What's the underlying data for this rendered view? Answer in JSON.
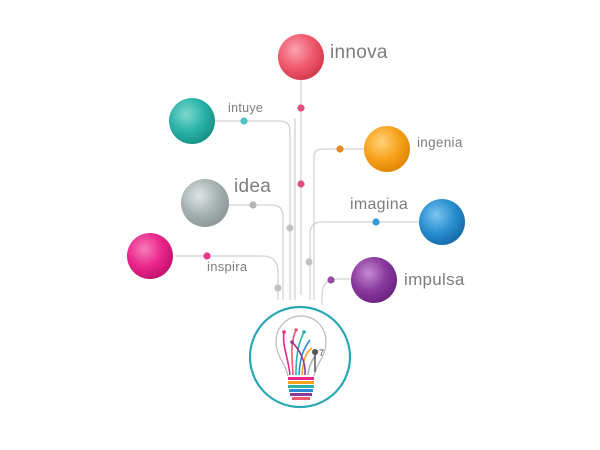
{
  "diagram": {
    "nodes": [
      {
        "id": "innova",
        "label": "innova",
        "color": "#f05a6e",
        "dot_color": "#e0507a"
      },
      {
        "id": "intuye",
        "label": "intuye",
        "color": "#2ab3a8",
        "dot_color": "#4ec0c8"
      },
      {
        "id": "ingenia",
        "label": "ingenia",
        "color": "#f7a21c",
        "dot_color": "#e98b2a"
      },
      {
        "id": "idea",
        "label": "idea",
        "color": "#a7b3b2",
        "dot_color": "#b5b5b5"
      },
      {
        "id": "imagina",
        "label": "imagina",
        "color": "#2a8fd0",
        "dot_color": "#2e9fd8"
      },
      {
        "id": "inspira",
        "label": "inspira",
        "color": "#e9268a",
        "dot_color": "#e43c8c"
      },
      {
        "id": "impulsa",
        "label": "impulsa",
        "color": "#8a3a9e",
        "dot_color": "#9a4aa6"
      }
    ],
    "hub": {
      "ring_color": "#27a8b4",
      "mark": "7"
    }
  }
}
